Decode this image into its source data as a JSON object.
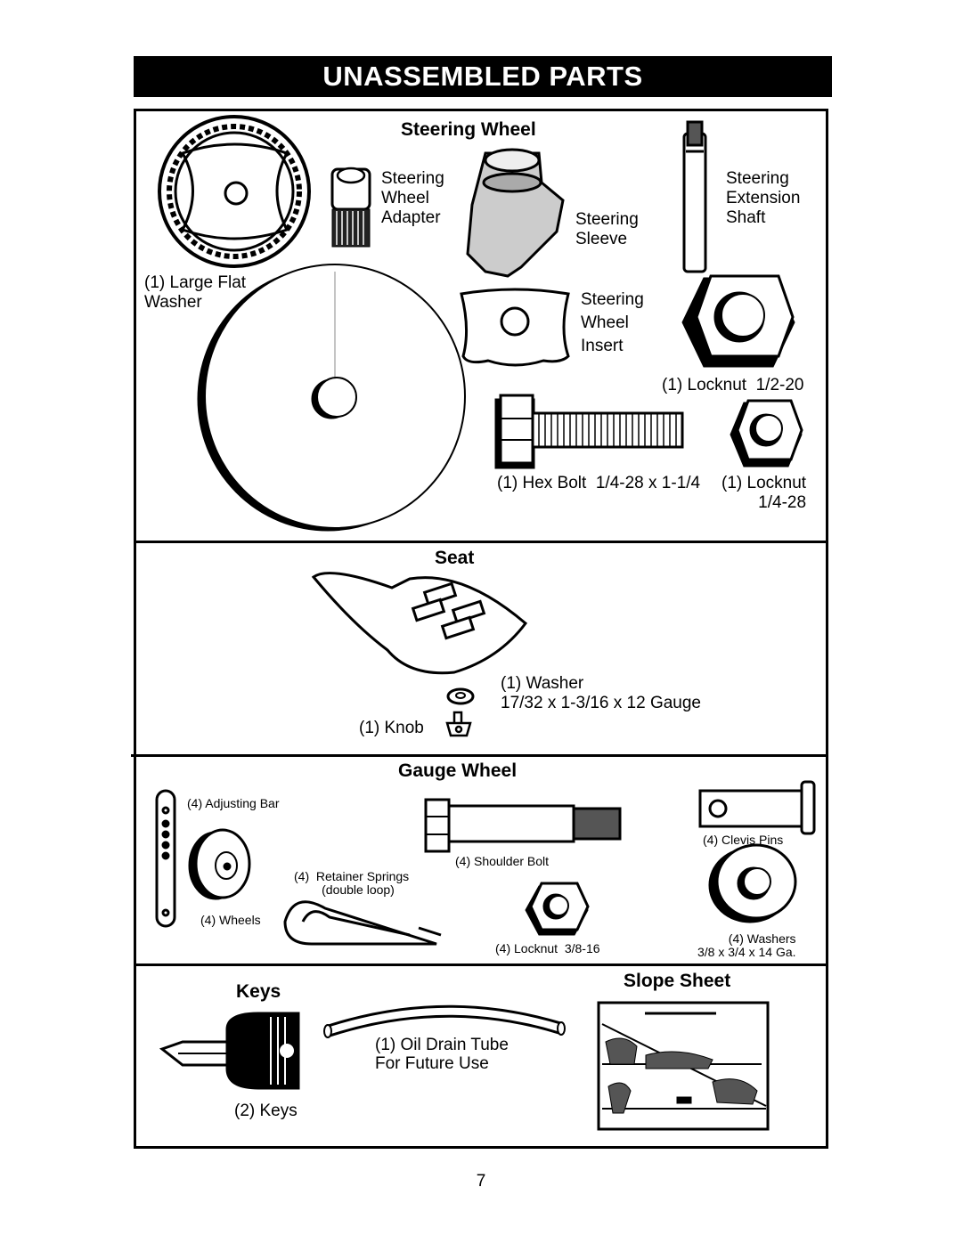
{
  "page": {
    "title": "UNASSEMBLED PARTS",
    "page_number": "7"
  },
  "steering": {
    "heading": "Steering Wheel",
    "adapter": "Steering\nWheel\nAdapter",
    "sleeve": "Steering\nSleeve",
    "extension": "Steering\nExtension\nShaft",
    "large_washer": "(1) Large Flat\nWasher",
    "insert": "Steering\nWheel\nInsert",
    "locknut_half": "(1) Locknut  1/2-20",
    "hex_bolt": "(1) Hex Bolt  1/4-28 x 1-1/4",
    "locknut_quarter": "(1) Locknut\n1/4-28"
  },
  "seat": {
    "heading": "Seat",
    "washer": "(1) Washer\n17/32 x 1-3/16 x 12 Gauge",
    "knob": "(1) Knob"
  },
  "gauge": {
    "heading": "Gauge Wheel",
    "adjusting_bar": "(4) Adjusting Bar",
    "shoulder_bolt": "(4) Shoulder Bolt",
    "clevis_pins": "(4) Clevis Pins",
    "retainer_springs": "(4)  Retainer Springs\n        (double loop)",
    "wheels": "(4) Wheels",
    "locknut": "(4) Locknut  3/8-16",
    "washers": "(4) Washers\n3/8 x 3/4 x 14 Ga."
  },
  "keys": {
    "heading": "Keys",
    "keys_label": "(2) Keys",
    "tube": "(1) Oil Drain Tube\nFor Future Use"
  },
  "slope": {
    "heading": "Slope Sheet"
  }
}
